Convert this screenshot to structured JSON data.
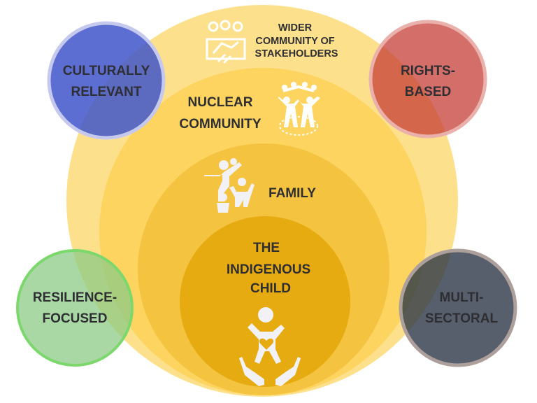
{
  "layers": {
    "wider": {
      "line1": "WIDER",
      "line2": "COMMUNITY OF",
      "line3": "STAKEHOLDERS",
      "icon": "stakeholders-handshake-icon"
    },
    "nuclear": {
      "line1": "NUCLEAR",
      "line2": "COMMUNITY",
      "icon": "community-group-icon"
    },
    "family": {
      "label": "FAMILY",
      "icon": "family-icon"
    },
    "child": {
      "line1": "THE",
      "line2": "INDIGENOUS",
      "line3": "CHILD",
      "icon": "child-in-hands-icon"
    }
  },
  "principles": {
    "culturally": {
      "line1": "CULTURALLY",
      "line2": "RELEVANT"
    },
    "rights": {
      "line1": "RIGHTS-",
      "line2": "BASED"
    },
    "resilience": {
      "line1": "RESILIENCE-",
      "line2": "FOCUSED"
    },
    "multi": {
      "line1": "MULTI-",
      "line2": "SECTORAL"
    }
  },
  "colors": {
    "outer": "#fde08c",
    "nuclear": "#fcd45f",
    "family": "#f4c340",
    "child": "#e6ab10",
    "blue": "#3f55c9",
    "red": "#c84a3e",
    "green": "#93cf8b",
    "dark": "#2c3746"
  }
}
